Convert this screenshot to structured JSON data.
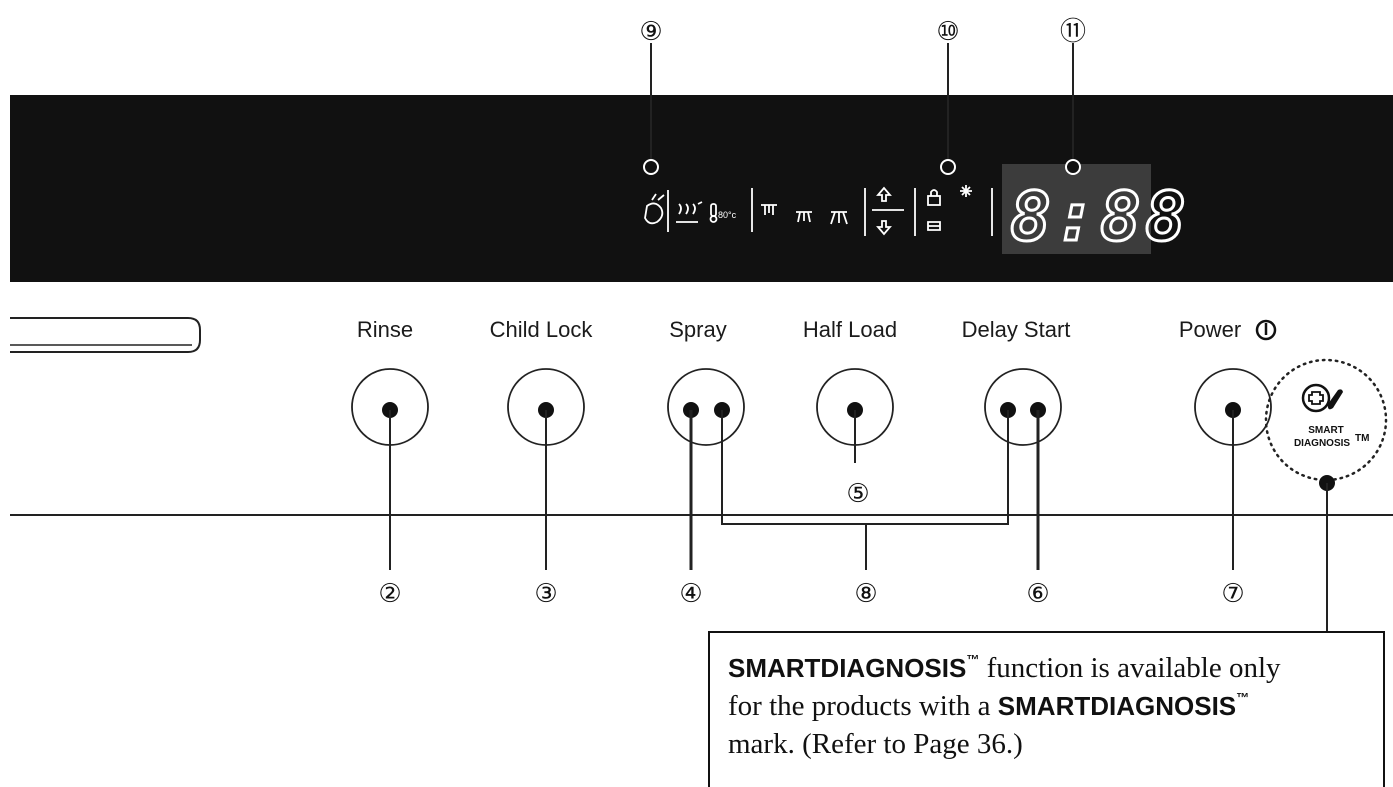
{
  "buttons": {
    "rinse": "Rinse",
    "child_lock": "Child Lock",
    "spray": "Spray",
    "half_load": "Half Load",
    "delay_start": "Delay Start",
    "power": "Power"
  },
  "display": {
    "digits": "8:88",
    "temp_label": "80°c"
  },
  "callouts": {
    "n2": "②",
    "n3": "③",
    "n4": "④",
    "n5": "⑤",
    "n6": "⑥",
    "n7": "⑦",
    "n8": "⑧",
    "n9": "⑨",
    "n10": "⑩",
    "n11": "⑪"
  },
  "smart_logo": {
    "line1": "SMART",
    "line2": "DIAGNOSIS",
    "tm": "TM"
  },
  "note": {
    "brand": "SMARTDIAGNOSIS",
    "tm": "™",
    "text1": " function is available only",
    "text2": "for the products with a ",
    "text3": "mark. (Refer to Page 36.)"
  },
  "icons": [
    "soil-icon",
    "steam-icon",
    "thermometer-icon",
    "upper-spray-icon",
    "middle-spray-icon",
    "lower-spray-icon",
    "up-arrow-icon",
    "down-arrow-icon",
    "child-lock-icon",
    "rinse-aid-icon",
    "salt-icon",
    "power-symbol-icon",
    "smart-diagnosis-icon"
  ],
  "colors": {
    "panel": "#111111",
    "display_bg": "#3c3c3c",
    "line": "#222222"
  }
}
